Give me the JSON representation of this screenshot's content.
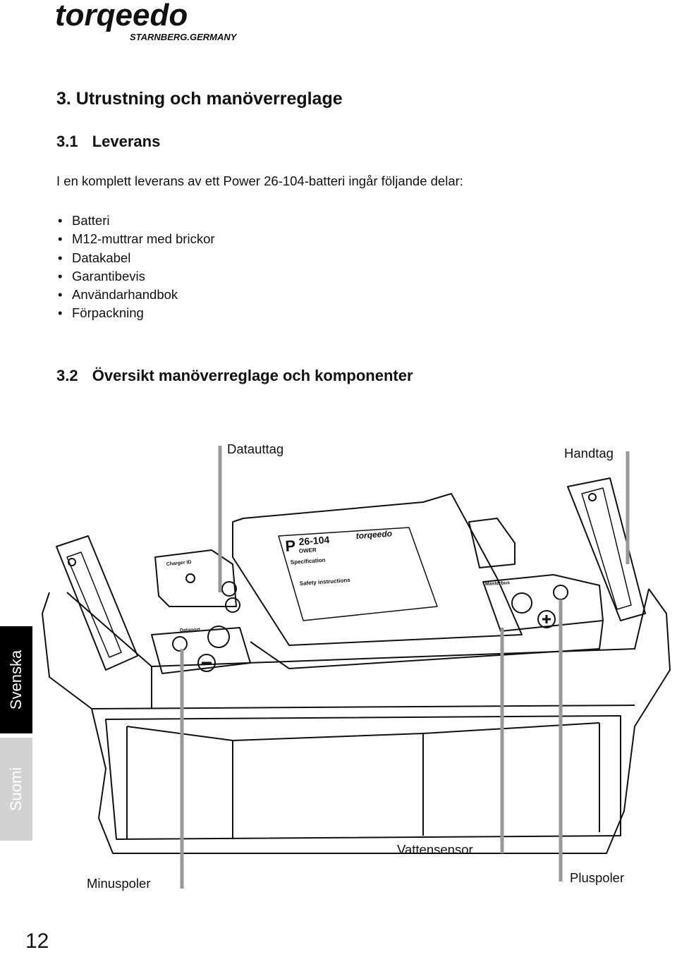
{
  "brand": {
    "name": "torqeedo",
    "tagline": "STARNBERG.GERMANY"
  },
  "section": {
    "title": "3. Utrustning och manöverreglage"
  },
  "subsection1": {
    "number": "3.1",
    "title": "Leverans",
    "intro": "I en komplett leverans av ett Power 26-104-batteri ingår följande delar:",
    "items": [
      "Batteri",
      "M12-muttrar med brickor",
      "Datakabel",
      "Garantibevis",
      "Användarhandbok",
      "Förpackning"
    ]
  },
  "subsection2": {
    "number": "3.2",
    "title": "Översikt manöverreglage och komponenter"
  },
  "callouts": {
    "data_port": "Datauttag",
    "handle": "Handtag",
    "water_sensor": "Vattensensor",
    "minus_pole": "Minuspoler",
    "plus_pole": "Pluspoler"
  },
  "battery_label": {
    "model": "26-104",
    "model_prefix": "P",
    "model_word": "OWER",
    "brand": "torqeedo",
    "spec_title": "Specification",
    "safety_title": "Safety instructions",
    "charger_id": "Charger ID",
    "data_port": "Dataport",
    "masterbus": "Masterbus"
  },
  "side_tabs": {
    "active": "Svenska",
    "inactive": "Suomi"
  },
  "page_number": "12"
}
